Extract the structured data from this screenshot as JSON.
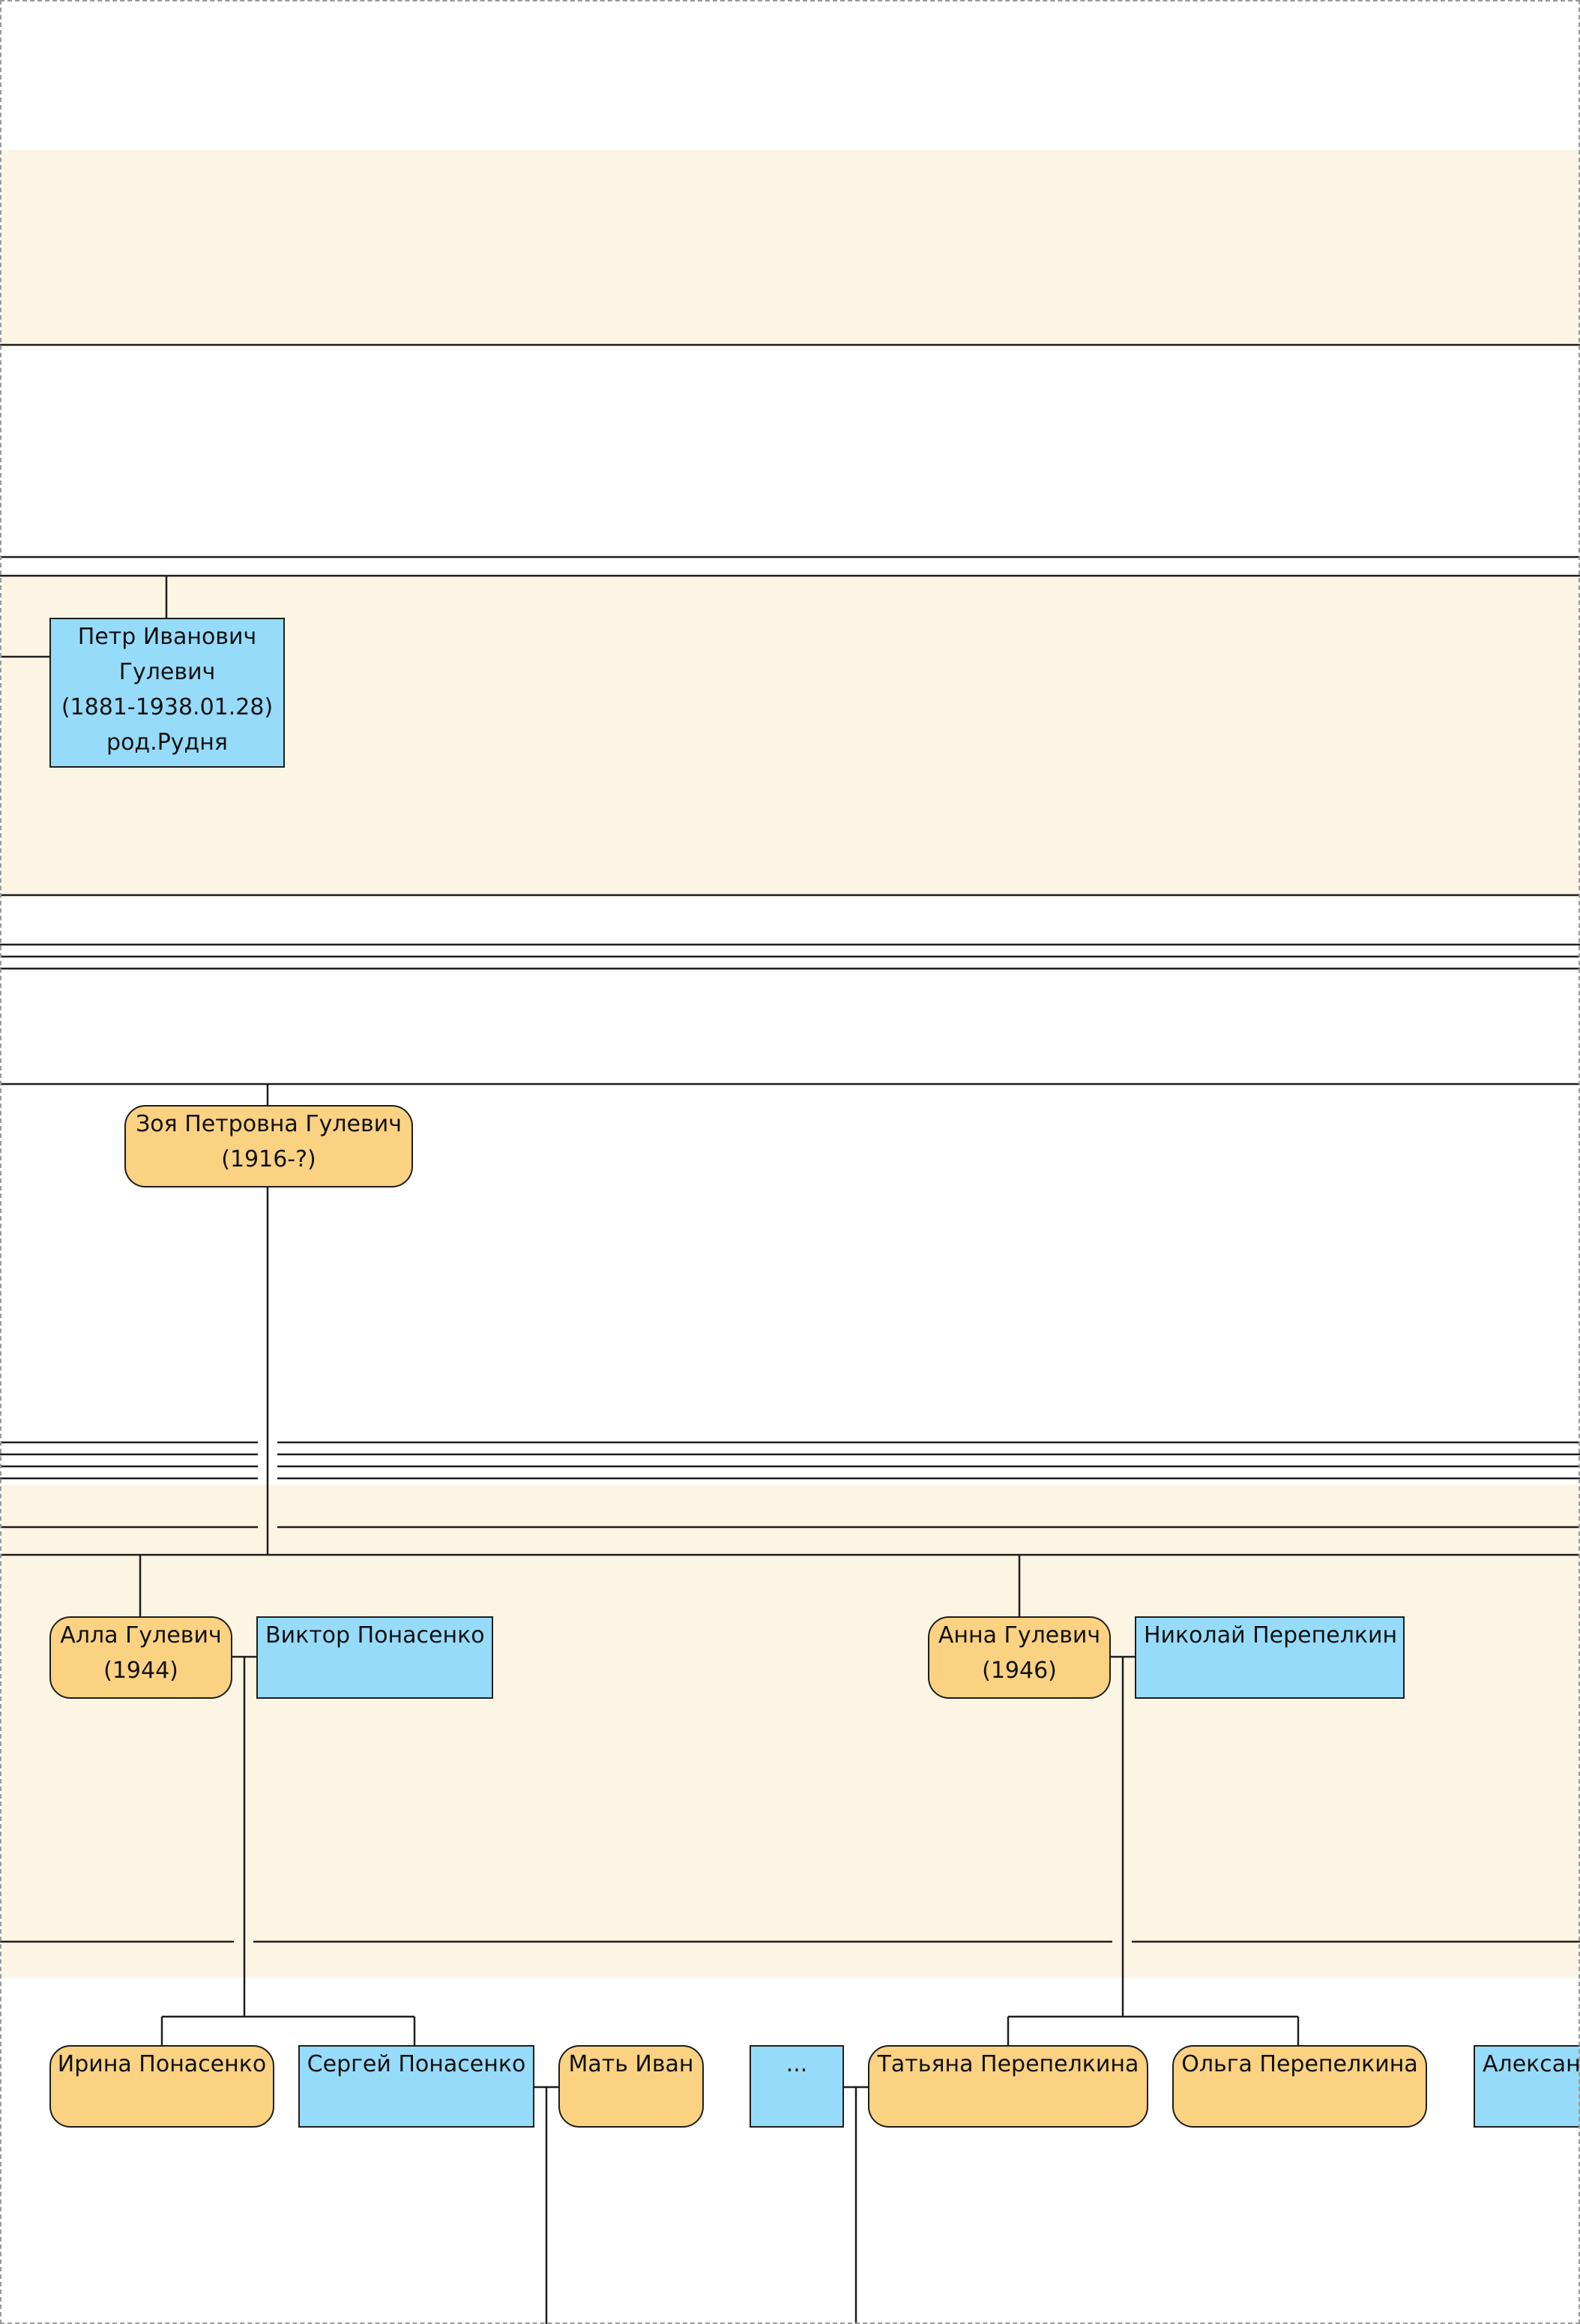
{
  "tree": {
    "colors": {
      "male": "#96dcfa",
      "female": "#fad282",
      "band": "#fdf5e4",
      "line": "#1e1e1e"
    },
    "people": {
      "petr": {
        "gender": "male",
        "lines": [
          "Петр Иванович",
          "Гулевич",
          "(1881-1938.01.28)",
          "род.Рудня"
        ]
      },
      "zoya": {
        "gender": "female",
        "lines": [
          "Зоя Петровна Гулевич",
          "(1916-?)"
        ]
      },
      "alla": {
        "gender": "female",
        "lines": [
          "Алла Гулевич",
          "(1944)"
        ]
      },
      "viktor": {
        "gender": "male",
        "lines": [
          "Виктор Понасенко"
        ]
      },
      "anna": {
        "gender": "female",
        "lines": [
          "Анна Гулевич",
          "(1946)"
        ]
      },
      "nikolay": {
        "gender": "male",
        "lines": [
          "Николай Перепелкин"
        ]
      },
      "irina": {
        "gender": "female",
        "lines": [
          "Ирина Понасенко"
        ]
      },
      "sergey": {
        "gender": "male",
        "lines": [
          "Сергей Понасенко"
        ]
      },
      "mat_ivan": {
        "gender": "female",
        "lines": [
          "Мать Иван"
        ]
      },
      "unknown": {
        "gender": "male",
        "lines": [
          "..."
        ]
      },
      "tatyana": {
        "gender": "female",
        "lines": [
          "Татьяна Перепелкина"
        ]
      },
      "olga": {
        "gender": "female",
        "lines": [
          "Ольга Перепелкина"
        ]
      },
      "aleksandr": {
        "gender": "male",
        "lines": [
          "Александр"
        ]
      }
    }
  }
}
